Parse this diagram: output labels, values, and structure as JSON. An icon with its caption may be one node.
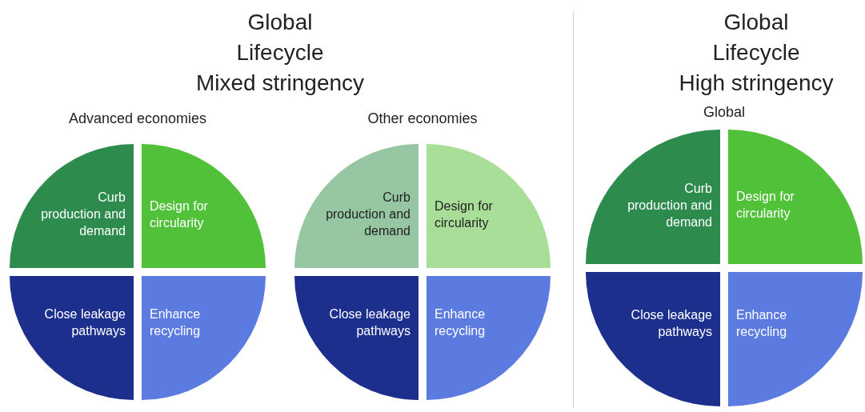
{
  "diagram": {
    "nodes": [
      {
        "text": [
          "Curb production and demand"
        ]
      },
      {
        "text": [
          "Design for circularity"
        ]
      },
      {
        "text": [
          "Close leakage pathways"
        ]
      },
      {
        "text": [
          "Enhance recycling"
        ]
      },
      {
        "text": [
          "Curb production and demand"
        ]
      },
      {
        "text": [
          "Design for circularity"
        ]
      },
      {
        "text": [
          "Close leakage pathways"
        ]
      },
      {
        "text": [
          "Enhance recycling"
        ]
      },
      {
        "text": [
          "Curb production and demand"
        ]
      },
      {
        "text": [
          "Design for circularity"
        ]
      },
      {
        "text": [
          "Close leakage pathways"
        ]
      },
      {
        "text": [
          "Enhance recycling"
        ]
      }
    ],
    "labels": [
      "Global",
      "Lifecycle",
      "Mixed stringency",
      "Global",
      "Lifecycle",
      "High stringency",
      "Advanced economies",
      "Other economies",
      "Global"
    ]
  }
}
